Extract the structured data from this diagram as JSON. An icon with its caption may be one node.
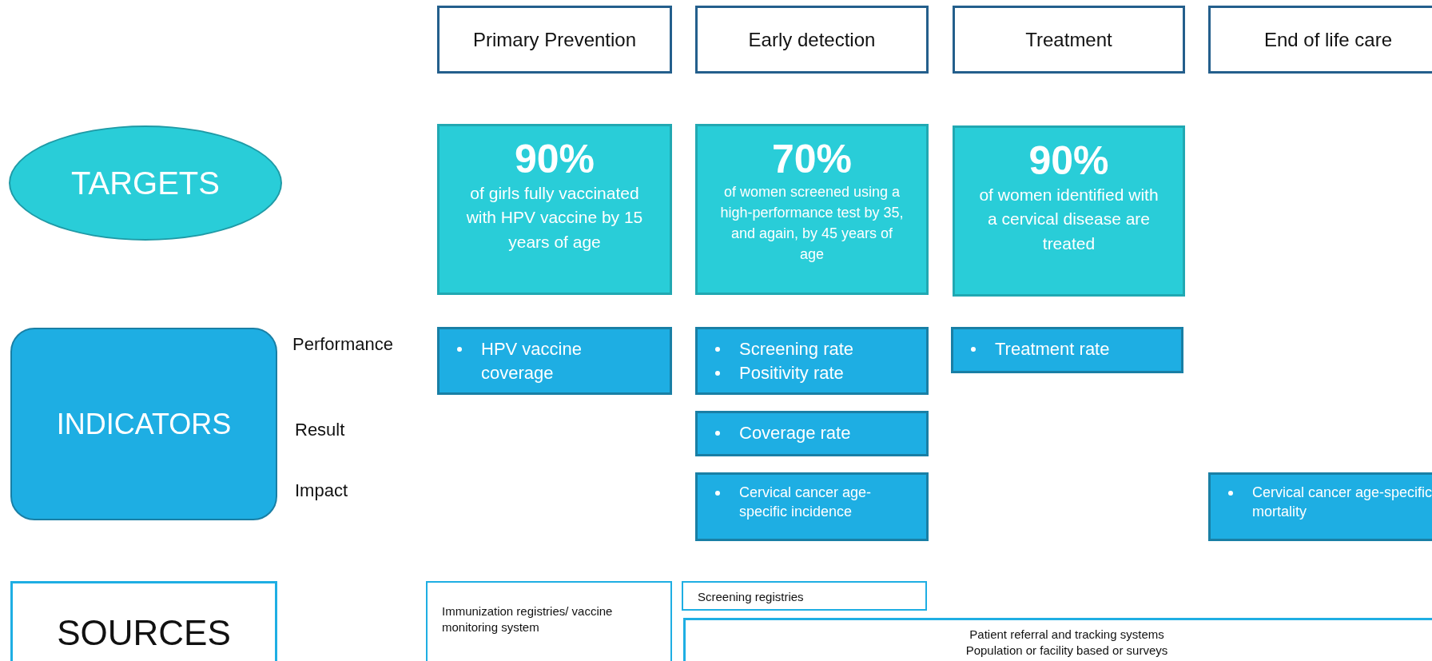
{
  "diagram": {
    "nodes": [
      {
        "text": [
          "Primary Prevention"
        ]
      },
      {
        "text": [
          "Early detection"
        ]
      },
      {
        "text": [
          "Treatment"
        ]
      },
      {
        "text": [
          "End of life care"
        ]
      },
      {
        "text": [
          "TARGETS"
        ]
      },
      {
        "text": [
          "90%",
          "of girls fully vaccinated with HPV vaccine by 15 years of age"
        ]
      },
      {
        "text": [
          "70%",
          "of women screened using a high-performance test by 35, and again, by 45 years of age"
        ]
      },
      {
        "text": [
          "90%",
          "of women identified with a cervical disease are treated"
        ]
      },
      {
        "text": [
          "INDICATORS"
        ]
      },
      {
        "text": [
          "HPV vaccine coverage"
        ]
      },
      {
        "text": [
          "Screening rate",
          "Positivity rate"
        ]
      },
      {
        "text": [
          "Treatment rate"
        ]
      },
      {
        "text": [
          "Coverage rate"
        ]
      },
      {
        "text": [
          "Cervical cancer age-specific incidence"
        ]
      },
      {
        "text": [
          "Cervical cancer age-specific mortality"
        ]
      },
      {
        "text": [
          "SOURCES"
        ]
      },
      {
        "text": [
          "Immunization registries/ vaccine monitoring system"
        ]
      },
      {
        "text": [
          "Screening registries"
        ]
      },
      {
        "text": [
          "Patient referral and tracking systems",
          "Population or facility based or surveys"
        ]
      }
    ],
    "labels": [
      "Performance",
      "Result",
      "Impact"
    ]
  }
}
